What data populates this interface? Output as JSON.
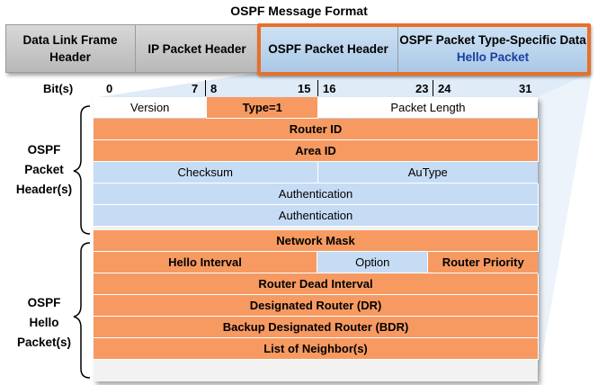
{
  "title": "OSPF Message Format",
  "top_segments": [
    {
      "label": "Data Link Frame Header"
    },
    {
      "label": "IP Packet Header"
    },
    {
      "label": "OSPF Packet Header"
    },
    {
      "label": "OSPF Packet Type-Specific Data",
      "sublabel": "Hello Packet"
    }
  ],
  "bits": {
    "label": "Bit(s)",
    "values": [
      "0",
      "7",
      "8",
      "15",
      "16",
      "23",
      "24",
      "31"
    ]
  },
  "header_rows": {
    "version": "Version",
    "type": "Type=1",
    "packet_length": "Packet Length",
    "router_id": "Router ID",
    "area_id": "Area ID",
    "checksum": "Checksum",
    "autype": "AuType",
    "auth1": "Authentication",
    "auth2": "Authentication"
  },
  "hello_rows": {
    "network_mask": "Network Mask",
    "hello_interval": "Hello Interval",
    "option": "Option",
    "router_priority": "Router Priority",
    "dead_interval": "Router Dead Interval",
    "dr": "Designated Router (DR)",
    "bdr": "Backup Designated Router (BDR)",
    "neighbors": "List of Neighbor(s)"
  },
  "side_labels": {
    "header": [
      "OSPF",
      "Packet",
      "Header(s)"
    ],
    "hello": [
      "OSPF",
      "Hello",
      "Packet(s)"
    ]
  },
  "colors": {
    "highlight": "#e8702a",
    "orange_field": "#f79a62",
    "blue_field": "#c6dcf5",
    "hello_text": "#1a3fa0"
  }
}
